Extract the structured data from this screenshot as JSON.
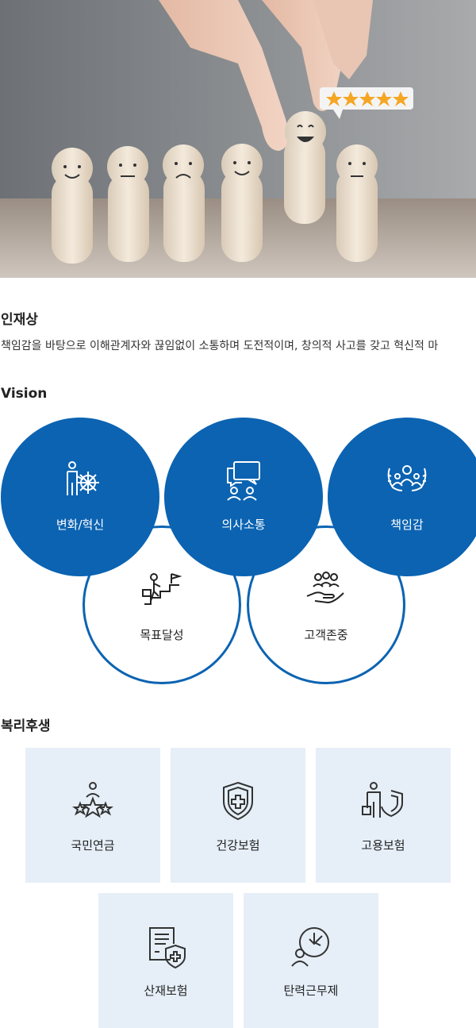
{
  "talent": {
    "title": "인재상",
    "description": "책임감을 바탕으로 이해관계자와 끊임없이 소통하며 도전적이며, 창의적 사고를 갖고 혁신적 마"
  },
  "vision": {
    "title": "Vision",
    "items": [
      {
        "label": "변화/혁신",
        "icon": "helmsman-icon"
      },
      {
        "label": "의사소통",
        "icon": "chat-people-icon"
      },
      {
        "label": "책임감",
        "icon": "laurel-people-icon"
      },
      {
        "label": "목표달성",
        "icon": "stairs-flag-icon"
      },
      {
        "label": "고객존중",
        "icon": "hand-people-icon"
      }
    ]
  },
  "welfare": {
    "title": "복리후생",
    "items": [
      {
        "label": "국민연금",
        "icon": "person-stars-icon"
      },
      {
        "label": "건강보험",
        "icon": "shield-cross-icon"
      },
      {
        "label": "고용보험",
        "icon": "worker-shield-icon"
      },
      {
        "label": "산재보험",
        "icon": "document-shield-icon"
      },
      {
        "label": "탄력근무제",
        "icon": "person-clock-icon"
      }
    ]
  },
  "colors": {
    "accent": "#0b63b2",
    "tile_bg": "#e6eff8"
  }
}
